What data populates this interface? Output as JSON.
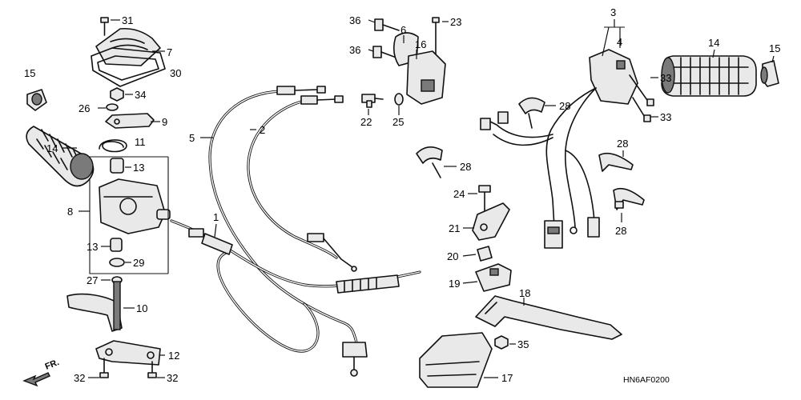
{
  "callouts": [
    {
      "id": "c31",
      "label": "31"
    },
    {
      "id": "c7",
      "label": "7"
    },
    {
      "id": "c30",
      "label": "30"
    },
    {
      "id": "c15l",
      "label": "15"
    },
    {
      "id": "c34",
      "label": "34"
    },
    {
      "id": "c26",
      "label": "26"
    },
    {
      "id": "c9",
      "label": "9"
    },
    {
      "id": "c14l",
      "label": "14"
    },
    {
      "id": "c11",
      "label": "11"
    },
    {
      "id": "c13a",
      "label": "13"
    },
    {
      "id": "c8",
      "label": "8"
    },
    {
      "id": "c13b",
      "label": "13"
    },
    {
      "id": "c29",
      "label": "29"
    },
    {
      "id": "c27",
      "label": "27"
    },
    {
      "id": "c10",
      "label": "10"
    },
    {
      "id": "c12",
      "label": "12"
    },
    {
      "id": "c32a",
      "label": "32"
    },
    {
      "id": "c32b",
      "label": "32"
    },
    {
      "id": "c5",
      "label": "5"
    },
    {
      "id": "c2",
      "label": "2"
    },
    {
      "id": "c1",
      "label": "1"
    },
    {
      "id": "c36a",
      "label": "36"
    },
    {
      "id": "c6",
      "label": "6"
    },
    {
      "id": "c23",
      "label": "23"
    },
    {
      "id": "c36b",
      "label": "36"
    },
    {
      "id": "c16",
      "label": "16"
    },
    {
      "id": "c22",
      "label": "22"
    },
    {
      "id": "c25",
      "label": "25"
    },
    {
      "id": "c24",
      "label": "24"
    },
    {
      "id": "c21",
      "label": "21"
    },
    {
      "id": "c20",
      "label": "20"
    },
    {
      "id": "c19",
      "label": "19"
    },
    {
      "id": "c18",
      "label": "18"
    },
    {
      "id": "c35",
      "label": "35"
    },
    {
      "id": "c17",
      "label": "17"
    },
    {
      "id": "c3",
      "label": "3"
    },
    {
      "id": "c4",
      "label": "4"
    },
    {
      "id": "c14r",
      "label": "14"
    },
    {
      "id": "c15r",
      "label": "15"
    },
    {
      "id": "c33a",
      "label": "33"
    },
    {
      "id": "c33b",
      "label": "33"
    },
    {
      "id": "c28a",
      "label": "28"
    },
    {
      "id": "c28b",
      "label": "28"
    },
    {
      "id": "c28c",
      "label": "28"
    },
    {
      "id": "c28d",
      "label": "28"
    }
  ],
  "diagram_code": "HN6AF0200",
  "direction_label": "FR."
}
